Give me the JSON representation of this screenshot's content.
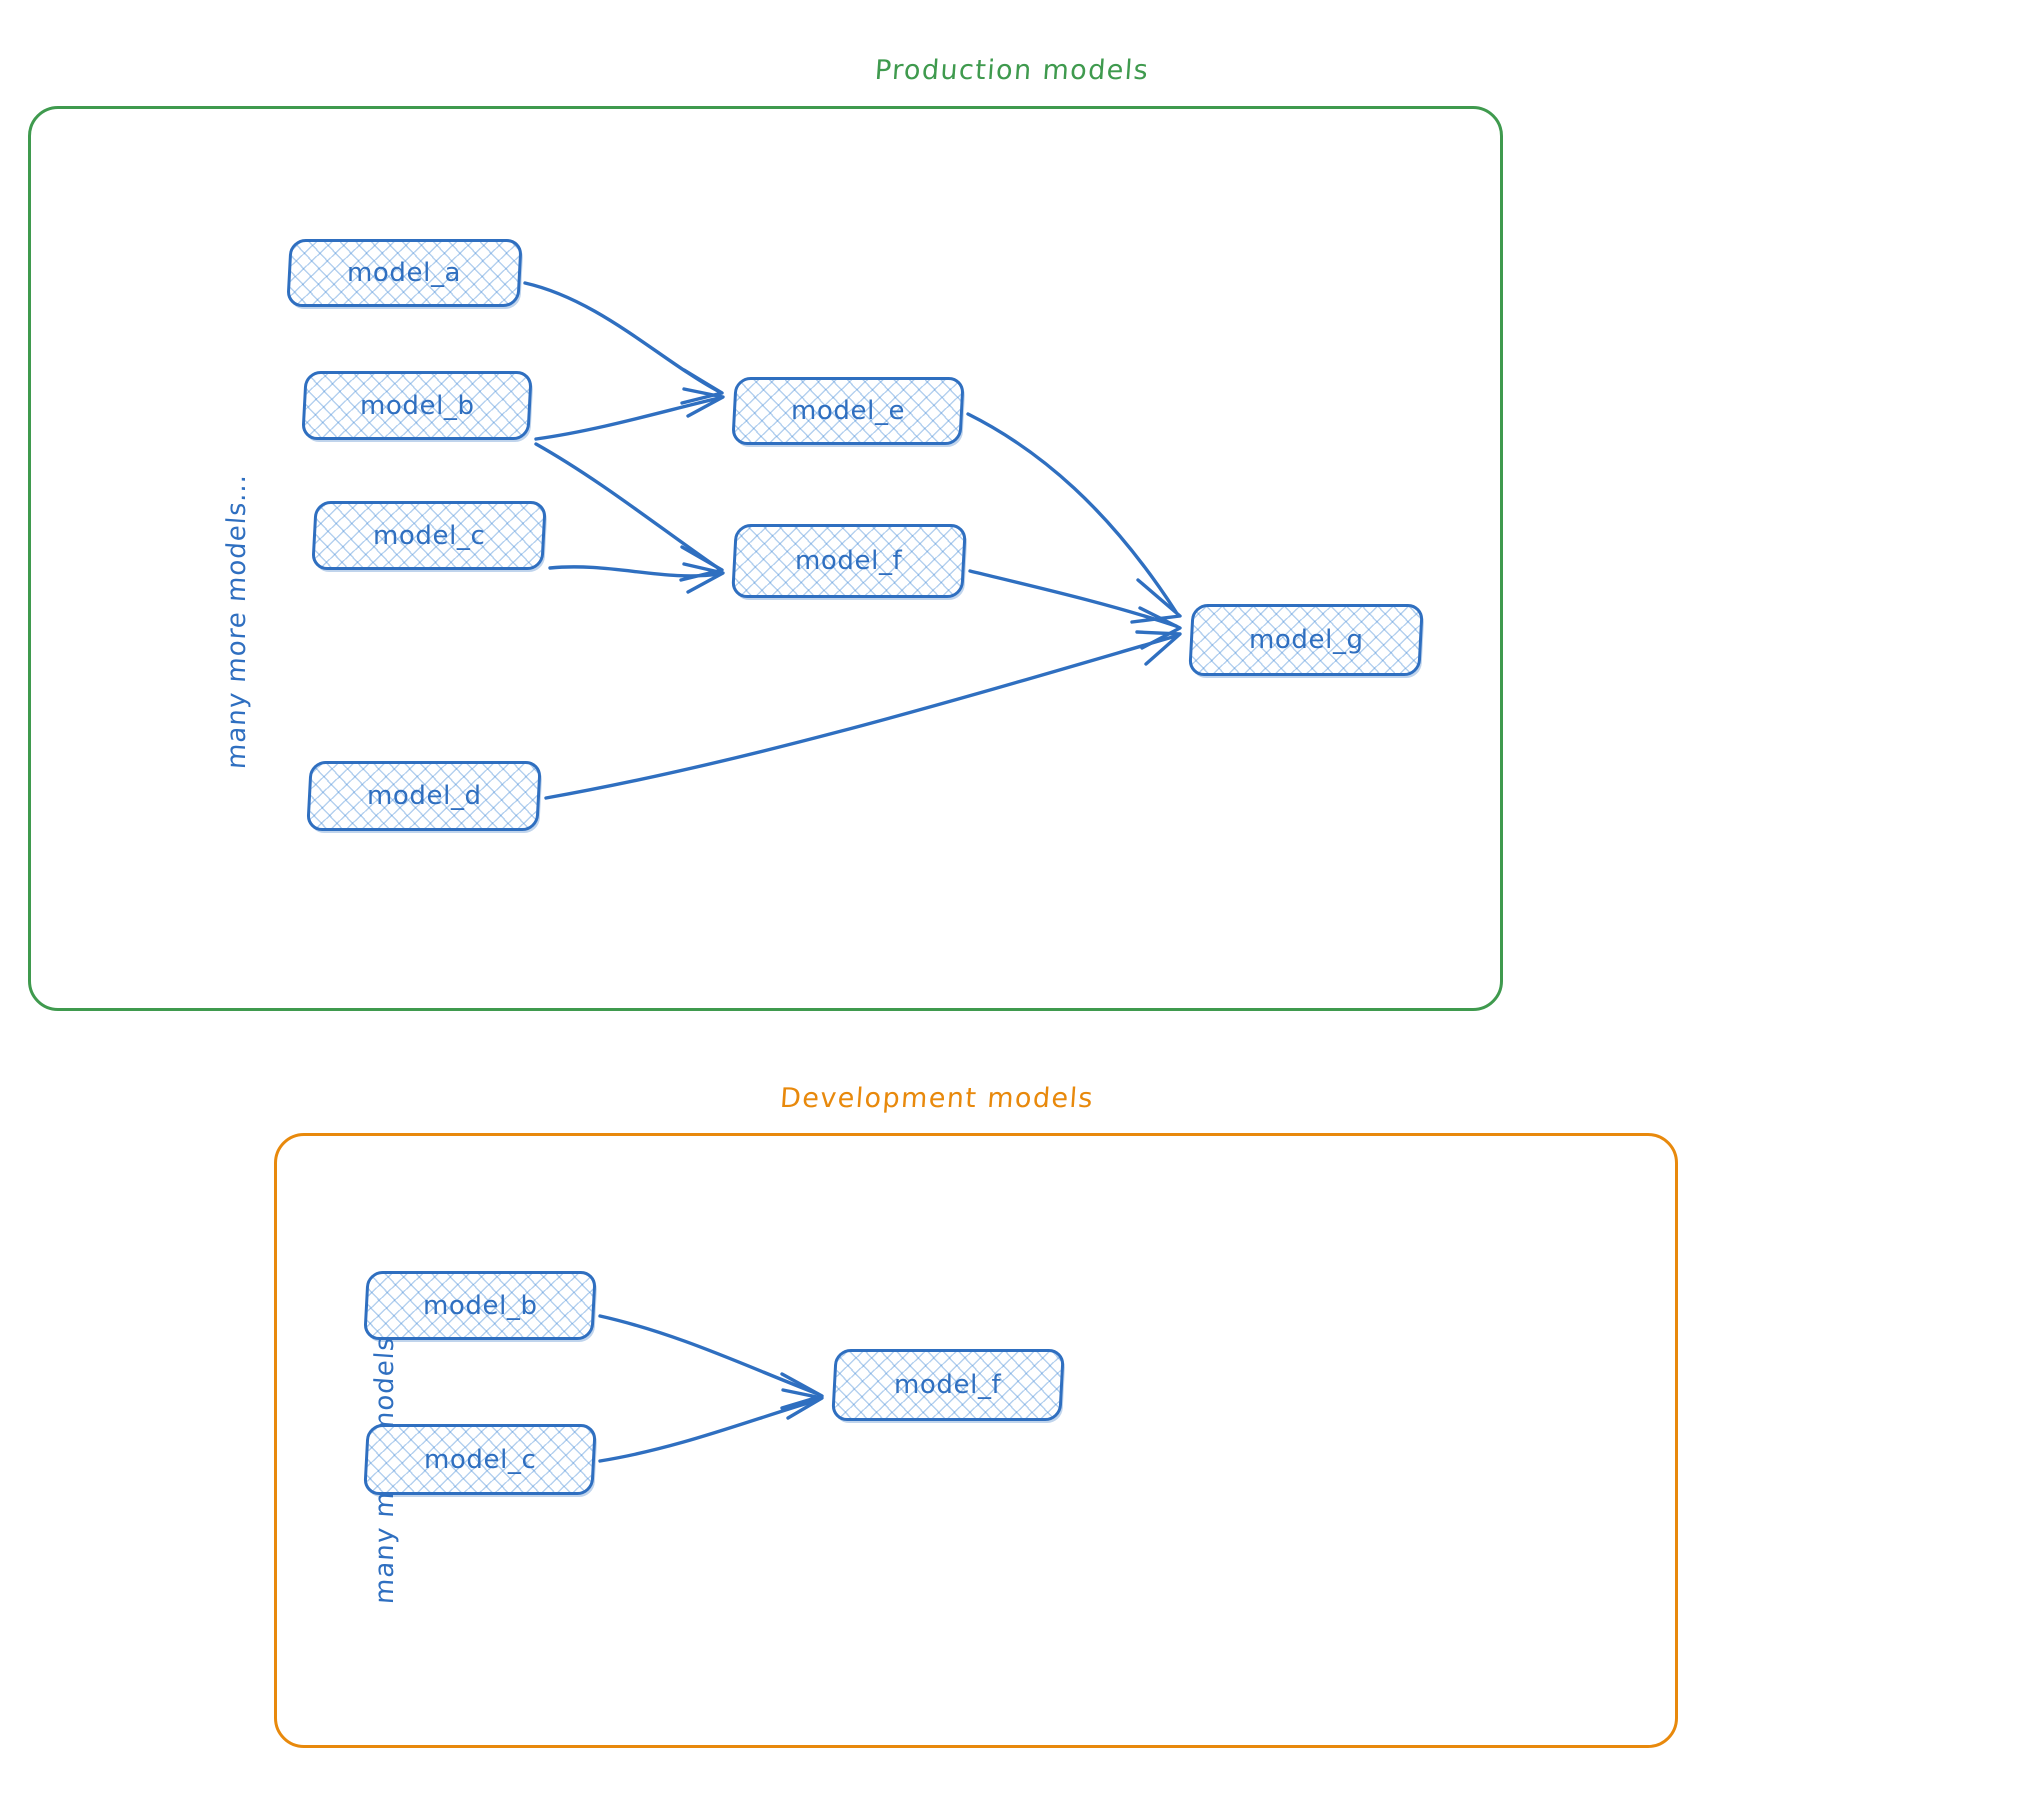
{
  "diagram": {
    "type": "dag",
    "background": "#ffffff",
    "node_color": "#2f6fc0",
    "groups": [
      {
        "id": "production",
        "title": "Production models",
        "color": "#3f9a4e",
        "side_label": "many more models...",
        "nodes": [
          {
            "id": "prod_a",
            "label": "model_a"
          },
          {
            "id": "prod_b",
            "label": "model_b"
          },
          {
            "id": "prod_c",
            "label": "model_c"
          },
          {
            "id": "prod_d",
            "label": "model_d"
          },
          {
            "id": "prod_e",
            "label": "model_e"
          },
          {
            "id": "prod_f",
            "label": "model_f"
          },
          {
            "id": "prod_g",
            "label": "model_g"
          }
        ],
        "edges": [
          {
            "from": "prod_a",
            "to": "prod_e"
          },
          {
            "from": "prod_b",
            "to": "prod_e"
          },
          {
            "from": "prod_b",
            "to": "prod_f"
          },
          {
            "from": "prod_c",
            "to": "prod_f"
          },
          {
            "from": "prod_e",
            "to": "prod_g"
          },
          {
            "from": "prod_f",
            "to": "prod_g"
          },
          {
            "from": "prod_d",
            "to": "prod_g"
          }
        ]
      },
      {
        "id": "development",
        "title": "Development models",
        "color": "#e8890c",
        "side_label": "many more models...",
        "nodes": [
          {
            "id": "dev_b",
            "label": "model_b"
          },
          {
            "id": "dev_c",
            "label": "model_c"
          },
          {
            "id": "dev_f",
            "label": "model_f"
          }
        ],
        "edges": [
          {
            "from": "dev_b",
            "to": "dev_f"
          },
          {
            "from": "dev_c",
            "to": "dev_f"
          }
        ]
      }
    ]
  }
}
